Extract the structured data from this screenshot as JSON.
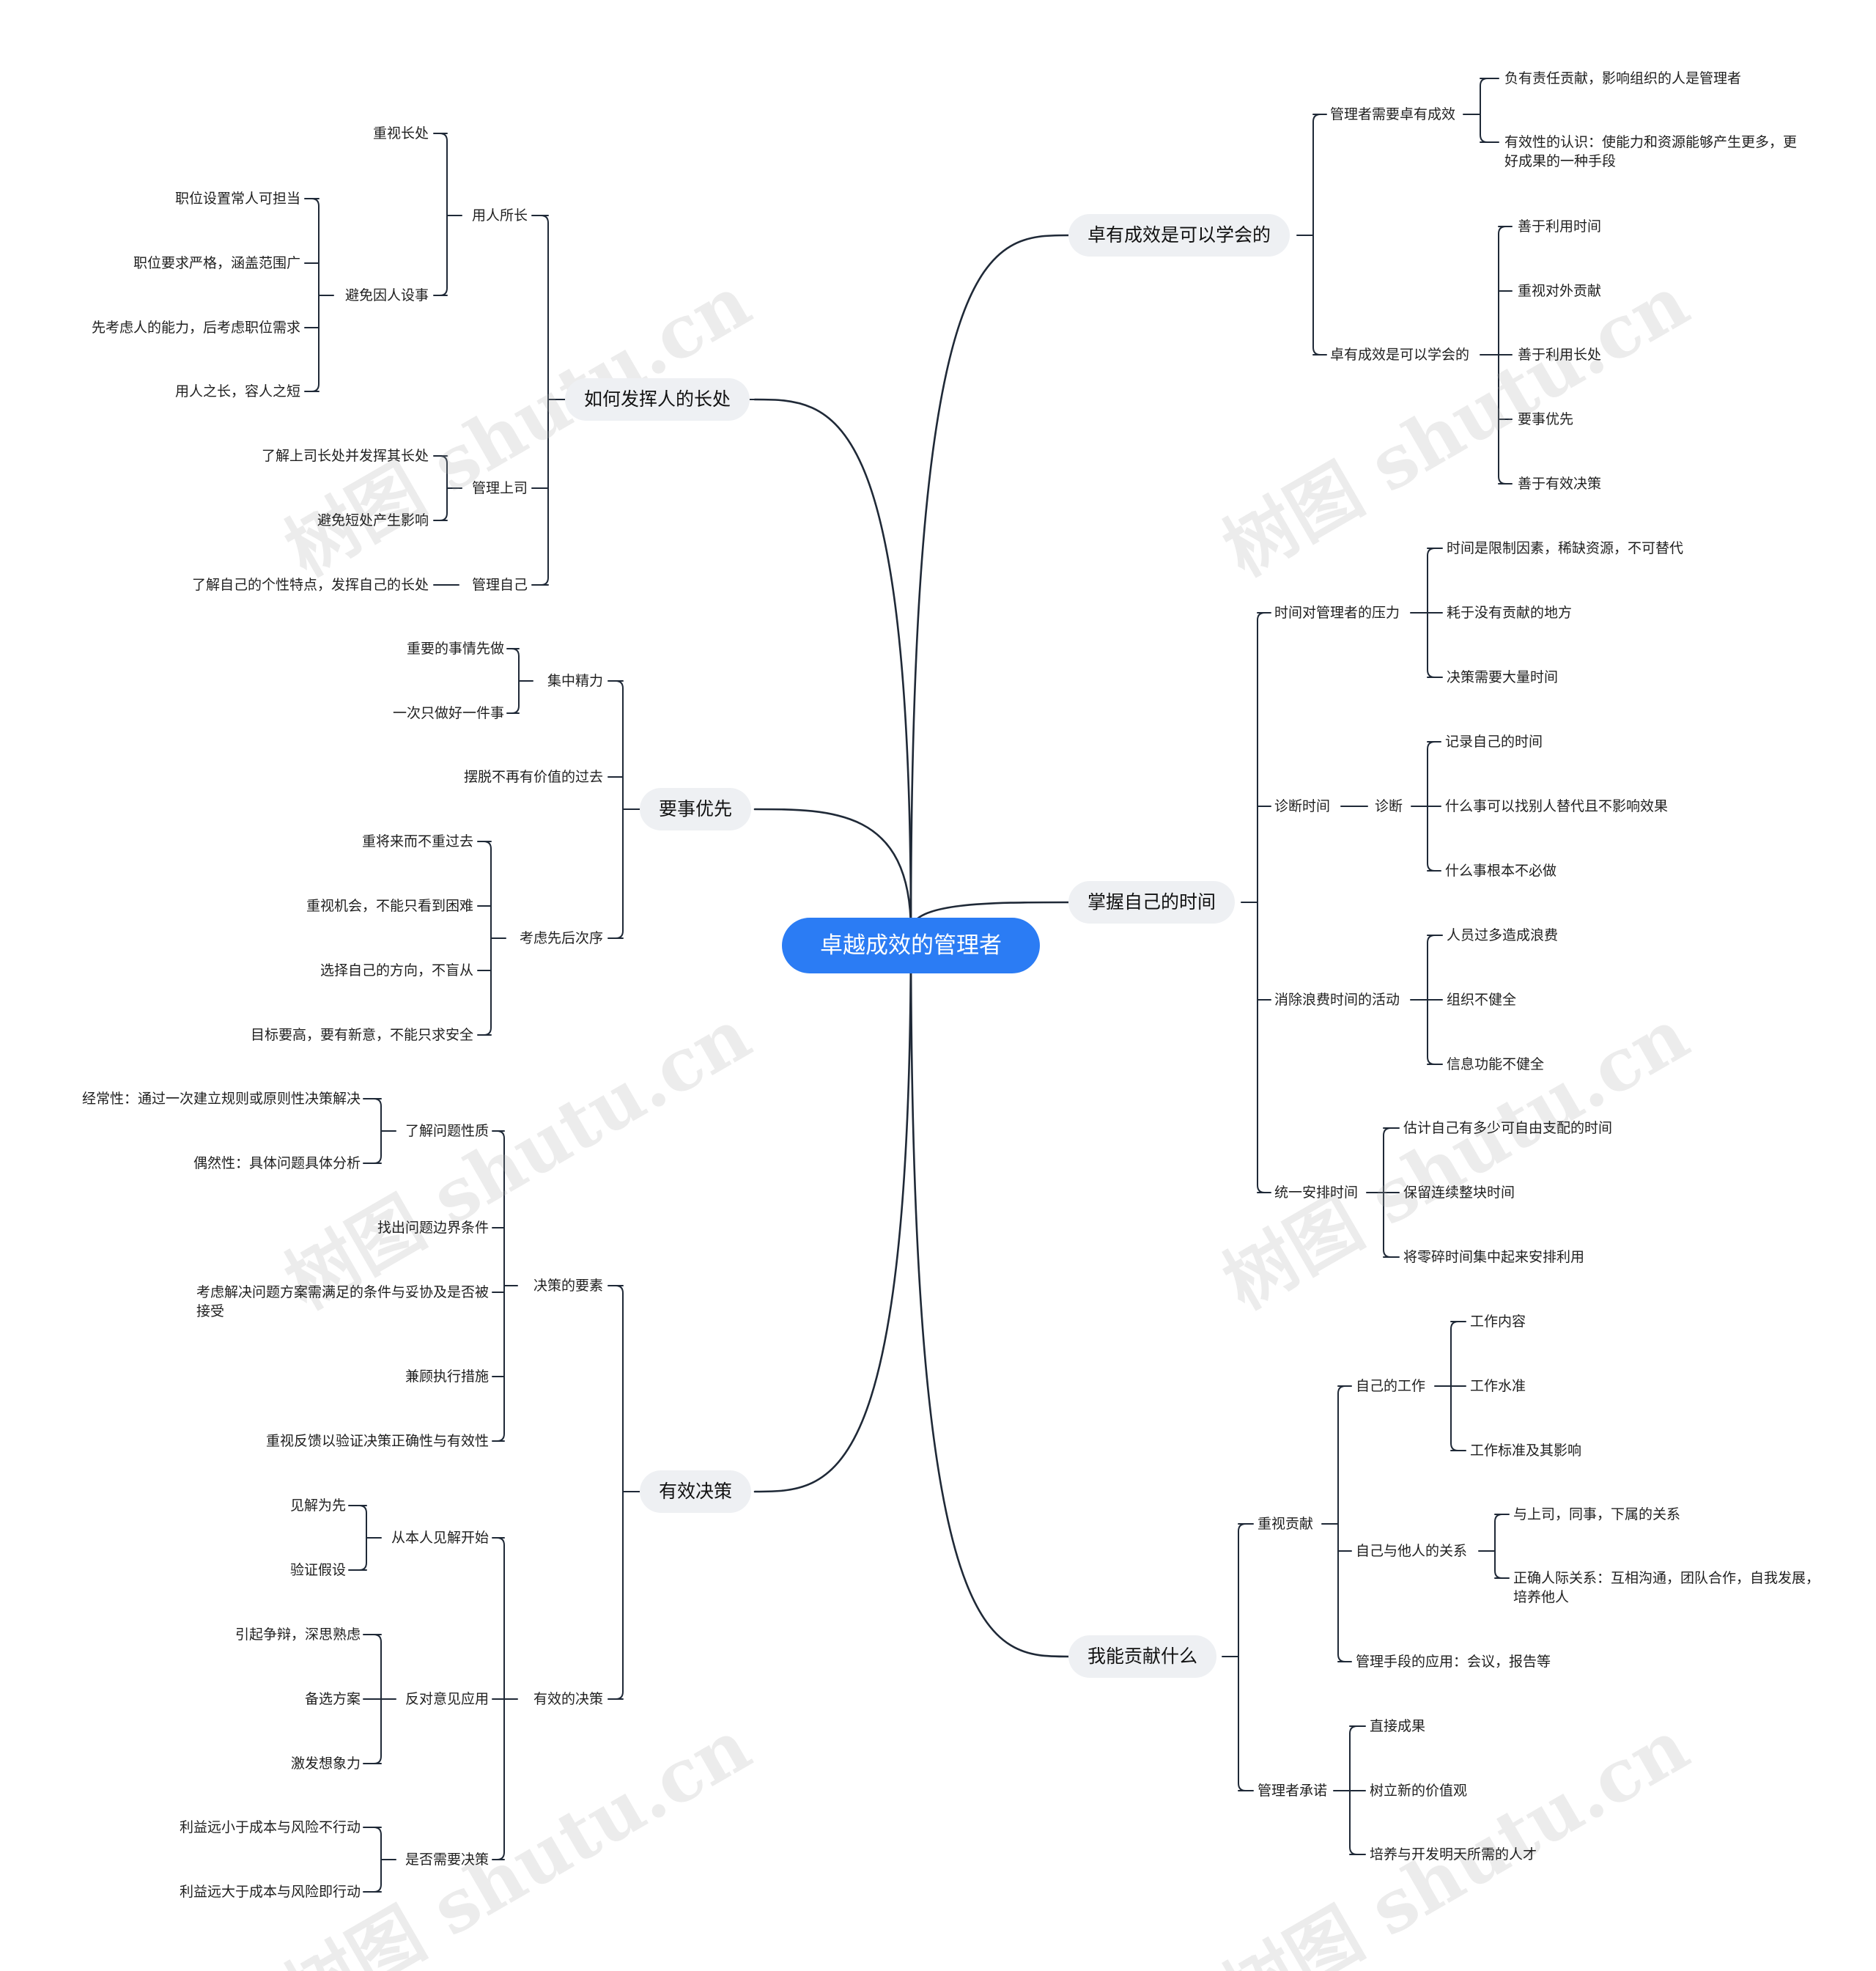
{
  "root": "卓越成效的管理者",
  "branches": {
    "b1": {
      "label": "卓有成效是可以学会的",
      "c1": {
        "label": "管理者需要卓有成效",
        "items": [
          "负有责任贡献，影响组织的人是管理者",
          "有效性的认识：使能力和资源能够产生更多，更好成果的一种手段"
        ]
      },
      "c2": {
        "label": "卓有成效是可以学会的",
        "items": [
          "善于利用时间",
          "重视对外贡献",
          "善于利用长处",
          "要事优先",
          "善于有效决策"
        ]
      }
    },
    "b2": {
      "label": "掌握自己的时间",
      "c1": {
        "label": "时间对管理者的压力",
        "items": [
          "时间是限制因素，稀缺资源，不可替代",
          "耗于没有贡献的地方",
          "决策需要大量时间"
        ]
      },
      "c2": {
        "label": "诊断时间",
        "sub": {
          "label": "诊断",
          "items": [
            "记录自己的时间",
            "什么事可以找别人替代且不影响效果",
            "什么事根本不必做"
          ]
        }
      },
      "c3": {
        "label": "消除浪费时间的活动",
        "items": [
          "人员过多造成浪费",
          "组织不健全",
          "信息功能不健全"
        ]
      },
      "c4": {
        "label": "统一安排时间",
        "items": [
          "估计自己有多少可自由支配的时间",
          "保留连续整块时间",
          "将零碎时间集中起来安排利用"
        ]
      }
    },
    "b3": {
      "label": "我能贡献什么",
      "c1": {
        "label": "重视贡献",
        "g1": {
          "label": "自己的工作",
          "items": [
            "工作内容",
            "工作水准",
            "工作标准及其影响"
          ]
        },
        "g2": {
          "label": "自己与他人的关系",
          "items": [
            "与上司，同事，下属的关系",
            "正确人际关系：互相沟通，团队合作，自我发展，培养他人"
          ]
        },
        "g3": "管理手段的应用：会议，报告等"
      },
      "c2": {
        "label": "管理者承诺",
        "items": [
          "直接成果",
          "树立新的价值观",
          "培养与开发明天所需的人才"
        ]
      }
    },
    "l1": {
      "label": "如何发挥人的长处",
      "c1": {
        "label": "用人所长",
        "a1": "重视长处",
        "g1": {
          "label": "避免因人设事",
          "items": [
            "职位设置常人可担当",
            "职位要求严格，涵盖范围广",
            "先考虑人的能力，后考虑职位需求",
            "用人之长，容人之短"
          ]
        }
      },
      "c2": {
        "label": "管理上司",
        "items": [
          "了解上司长处并发挥其长处",
          "避免短处产生影响"
        ]
      },
      "c3": {
        "label": "管理自己",
        "item": "了解自己的个性特点，发挥自己的长处"
      }
    },
    "l2": {
      "label": "要事优先",
      "c1": {
        "label": "集中精力",
        "items": [
          "重要的事情先做",
          "一次只做好一件事"
        ]
      },
      "c2": "摆脱不再有价值的过去",
      "c3": {
        "label": "考虑先后次序",
        "items": [
          "重将来而不重过去",
          "重视机会，不能只看到困难",
          "选择自己的方向，不盲从",
          "目标要高，要有新意，不能只求安全"
        ]
      }
    },
    "l3": {
      "label": "有效决策",
      "c1": {
        "label": "决策的要素",
        "g1": {
          "label": "了解问题性质",
          "items": [
            "经常性：通过一次建立规则或原则性决策解决",
            "偶然性：具体问题具体分析"
          ]
        },
        "items": [
          "找出问题边界条件",
          "考虑解决问题方案需满足的条件与妥协及是否被接受",
          "兼顾执行措施",
          "重视反馈以验证决策正确性与有效性"
        ]
      },
      "c2": {
        "label": "有效的决策",
        "g1": {
          "label": "从本人见解开始",
          "items": [
            "见解为先",
            "验证假设"
          ]
        },
        "g2": {
          "label": "反对意见应用",
          "items": [
            "引起争辩，深思熟虑",
            "备选方案",
            "激发想象力"
          ]
        },
        "g3": {
          "label": "是否需要决策",
          "items": [
            "利益远小于成本与风险不行动",
            "利益远大于成本与风险即行动"
          ]
        }
      }
    }
  },
  "watermark": "树图 shutu.cn",
  "colors": {
    "root_bg": "#2b7cf4",
    "line": "#1f2937",
    "branch_bg": "#eef0f3"
  }
}
